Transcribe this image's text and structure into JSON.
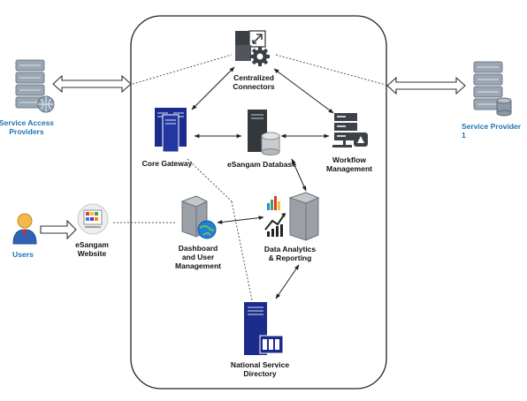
{
  "colors": {
    "navy": "#1b2c8c",
    "server_gray": "#8e949a",
    "server_dark": "#3e4348",
    "side_server": "#9aa6b2",
    "blue_label": "#1f74b4",
    "arrow": "#222222",
    "dotted": "#555555"
  },
  "nodes": {
    "service_access_providers": {
      "label": "Service Access\nProviders",
      "icon": "rack-server-globe-icon"
    },
    "service_provider": {
      "label": "Service Provider 1",
      "icon": "rack-server-database-icon"
    },
    "users": {
      "label": "Users",
      "icon": "user-icon"
    },
    "esangam_website": {
      "label": "eSangam\nWebsite",
      "icon": "website-icon"
    },
    "centralized_connectors": {
      "label": "Centralized\nConnectors",
      "icon": "connector-gear-icon"
    },
    "core_gateway": {
      "label": "Core Gateway",
      "icon": "gateway-servers-icon"
    },
    "esangam_database": {
      "label": "eSangam Database",
      "icon": "database-server-icon"
    },
    "workflow_management": {
      "label": "Workflow\nManagement",
      "icon": "workflow-server-icon"
    },
    "dashboard_user_management": {
      "label": "Dashboard\nand User\nManagement",
      "icon": "dashboard-server-globe-icon"
    },
    "data_analytics_reporting": {
      "label": "Data Analytics\n& Reporting",
      "icon": "analytics-server-icon"
    },
    "national_service_directory": {
      "label": "National Service\nDirectory",
      "icon": "directory-server-icon"
    }
  }
}
